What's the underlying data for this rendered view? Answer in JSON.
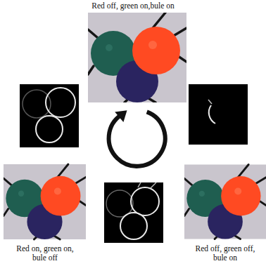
{
  "diagram": {
    "labels": [
      "Red off, green on,bule on",
      "Red on, green on, bule off",
      "Red off, green off, bule on"
    ]
  }
}
